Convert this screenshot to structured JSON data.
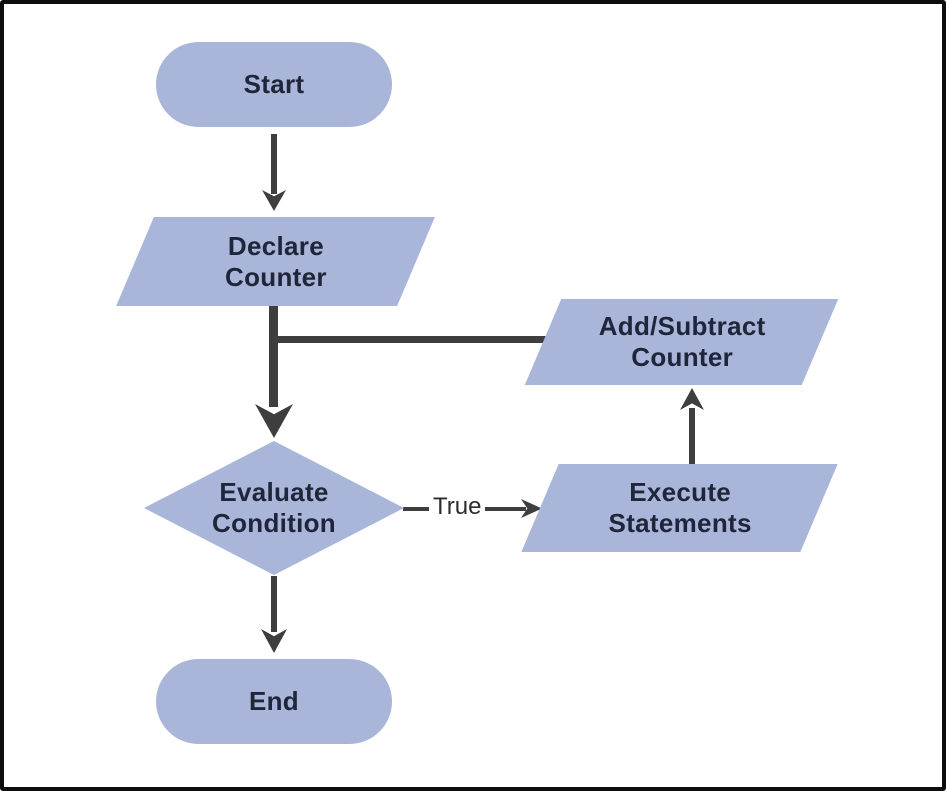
{
  "diagram": {
    "type": "flowchart",
    "description": "Loop control flow diagram",
    "nodes": {
      "start": {
        "label": "Start",
        "shape": "terminator"
      },
      "declare_counter": {
        "label": "Declare Counter",
        "shape": "parallelogram"
      },
      "add_subtract_counter": {
        "label": "Add/Subtract Counter",
        "shape": "parallelogram"
      },
      "evaluate_condition": {
        "label": "Evaluate Condition",
        "shape": "decision-diamond"
      },
      "execute_statements": {
        "label": "Execute Statements",
        "shape": "parallelogram"
      },
      "end": {
        "label": "End",
        "shape": "terminator"
      }
    },
    "edges": {
      "true_label": "True",
      "list": [
        {
          "from": "start",
          "to": "declare_counter",
          "label": ""
        },
        {
          "from": "declare_counter",
          "to": "evaluate_condition",
          "label": ""
        },
        {
          "from": "evaluate_condition",
          "to": "execute_statements",
          "label": "True"
        },
        {
          "from": "execute_statements",
          "to": "add_subtract_counter",
          "label": ""
        },
        {
          "from": "add_subtract_counter",
          "to": "evaluate_condition",
          "label": "",
          "note": "feeds back into the declare-to-evaluate arrow"
        },
        {
          "from": "evaluate_condition",
          "to": "end",
          "label": ""
        }
      ]
    },
    "colors": {
      "node_fill": "#a9b6da",
      "arrow": "#3e3e3e",
      "text": "#20263a",
      "canvas_bg": "#ffffff",
      "frame_border": "#0d0d0d"
    }
  }
}
